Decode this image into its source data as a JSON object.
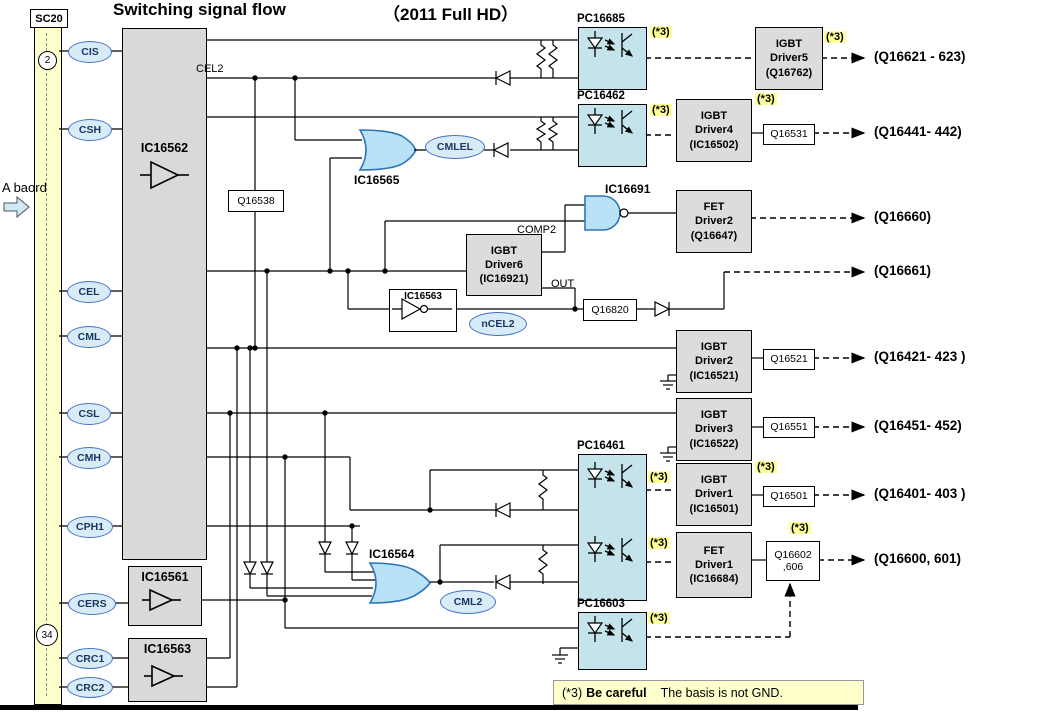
{
  "header": {
    "title": "Switching signal flow",
    "subtitle": "（2011  Full HD）"
  },
  "connector": {
    "name": "SC20",
    "pin_top": "2",
    "pin_bottom": "34",
    "board": "A baord"
  },
  "signals": {
    "cis": "CIS",
    "csh": "CSH",
    "cel": "CEL",
    "cml": "CML",
    "csl": "CSL",
    "cmh": "CMH",
    "cph1": "CPH1",
    "cers": "CERS",
    "crc1": "CRC1",
    "crc2": "CRC2"
  },
  "nets": {
    "cel2": "CEL2",
    "cmlel": "CMLEL",
    "ncel2": "nCEL2",
    "cml2": "CML2",
    "comp2": "COMP2",
    "out": "OUT"
  },
  "blocks": {
    "ic16562": "IC16562",
    "ic16561": "IC16561",
    "ic16563b": "IC16563",
    "ic16563inv": "IC16563",
    "ic16565": "IC16565",
    "ic16564": "IC16564",
    "ic16691": "IC16691",
    "q16538": "Q16538",
    "q16820": "Q16820"
  },
  "optos": {
    "pc16685": "PC16685",
    "pc16462": "PC16462",
    "pc16461": "PC16461",
    "pc16603": "PC16603"
  },
  "drivers": {
    "d5": "IGBT\nDriver5\n(Q16762)",
    "d4": "IGBT\nDriver4\n(IC16502)",
    "f2": "FET\nDriver2\n(Q16647)",
    "d6": "IGBT\nDriver6\n(IC16921)",
    "d2": "IGBT\nDriver2\n(IC16521)",
    "d3": "IGBT\nDriver3\n(IC16522)",
    "d1": "IGBT\nDriver1\n(IC16501)",
    "f1": "FET\nDriver1\n(IC16684)"
  },
  "qboxes": {
    "q16531": "Q16531",
    "q16521": "Q16521",
    "q16551": "Q16551",
    "q16501": "Q16501",
    "q16602": "Q16602\n,606"
  },
  "outputs": {
    "o1": "(Q16621 - 623)",
    "o2": "(Q16441- 442)",
    "o3": "(Q16660)",
    "o4": "(Q16661)",
    "o5": "(Q16421- 423 )",
    "o6": "(Q16451- 452)",
    "o7": "(Q16401- 403 )",
    "o8": "(Q16600, 601)"
  },
  "star3": "(*3)",
  "note": {
    "star": "(*3)",
    "emphasis": "Be careful",
    "text": "The basis is not GND."
  },
  "colors": {
    "highlight": "#ffff99",
    "opto_fill": "#c4e3ea",
    "block_fill": "#d9d9d9",
    "bus_fill": "#ffffcc",
    "gate_fill": "#b9e2f6",
    "ellipse_fill": "#d8ecf8"
  }
}
